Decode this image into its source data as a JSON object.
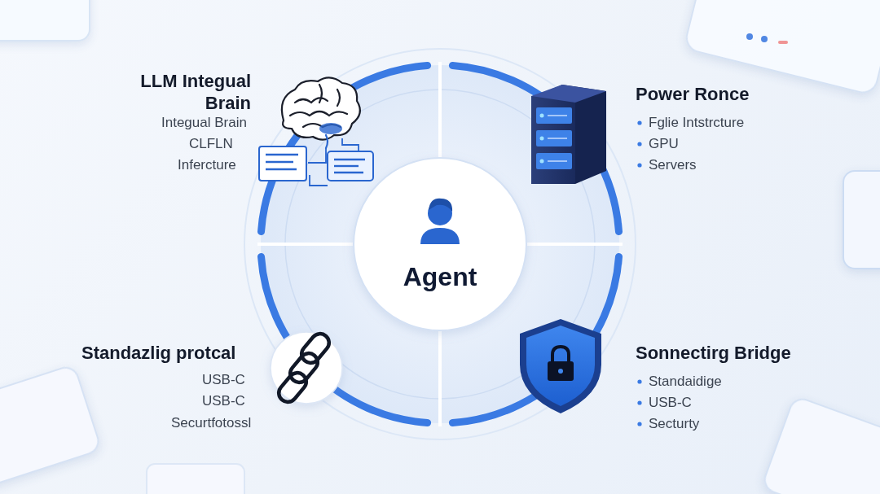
{
  "diagram": {
    "nodes": [
      {
        "text": [
          "Agent"
        ]
      }
    ],
    "labels": [
      "LLM Integual Brain",
      "Integual Brain",
      "CLFLN",
      "Infercture",
      "Power Ronce",
      "Fglie Intstrcture",
      "GPU",
      "Servers",
      "Standazlig protcal",
      "USB-C",
      "USB-C",
      "Securtfotossl",
      "Sonnectirg Bridge",
      "Standaidige",
      "USB-C",
      "Secturty"
    ]
  }
}
